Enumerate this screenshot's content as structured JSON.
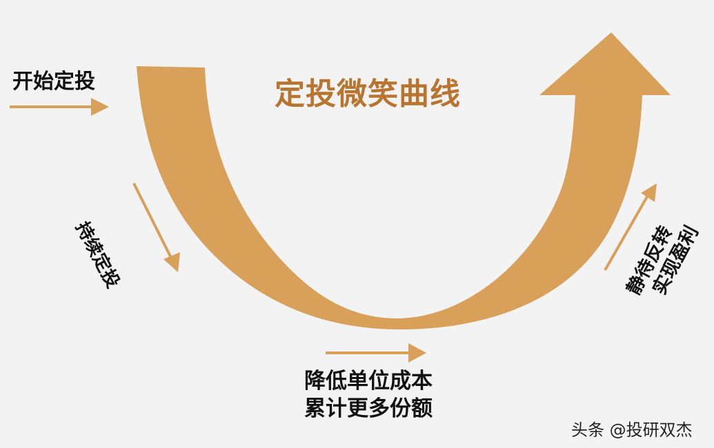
{
  "diagram": {
    "title": "定投微笑曲线",
    "colors": {
      "curve": "#d9a05a",
      "title": "#b9752f",
      "text": "#111111",
      "background": "#f3f3f3"
    },
    "labels": {
      "start": "开始定投",
      "continue": "持续定投",
      "bottom_line1": "降低单位成本",
      "bottom_line2": "累计更多份额",
      "rebound_line1": "静待反转",
      "rebound_line2": "实现盈利"
    },
    "watermark": "头条 @投研双杰"
  }
}
